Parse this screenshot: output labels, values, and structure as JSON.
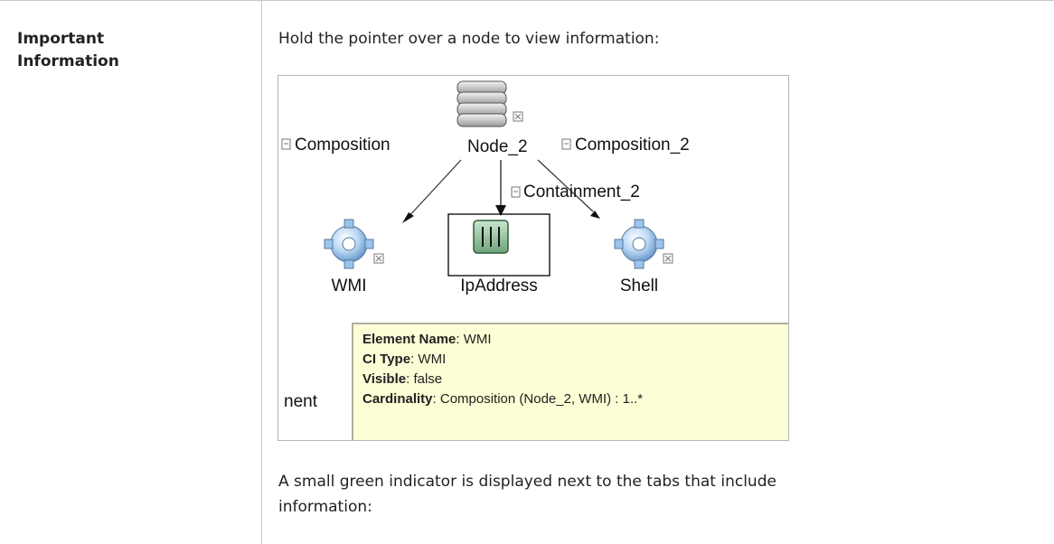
{
  "row": {
    "label_line1": "Important",
    "label_line2": "Information",
    "intro": "Hold the pointer over a node to view information:",
    "after_text": "A small green indicator is displayed next to the tabs that include information:"
  },
  "diagram": {
    "nodes": {
      "top": "Node_2",
      "left": "WMI",
      "center": "IpAddress",
      "right": "Shell"
    },
    "edges": {
      "left": "Composition",
      "right": "Composition_2",
      "center": "Containment_2"
    },
    "cut_label": "nent",
    "tooltip": {
      "element_name_key": "Element Name",
      "element_name_value": "WMI",
      "ci_type_key": "CI Type",
      "ci_type_value": "WMI",
      "visible_key": "Visible",
      "visible_value": "false",
      "cardinality_key": "Cardinality",
      "cardinality_value": "Composition (Node_2, WMI) : 1..*"
    }
  }
}
